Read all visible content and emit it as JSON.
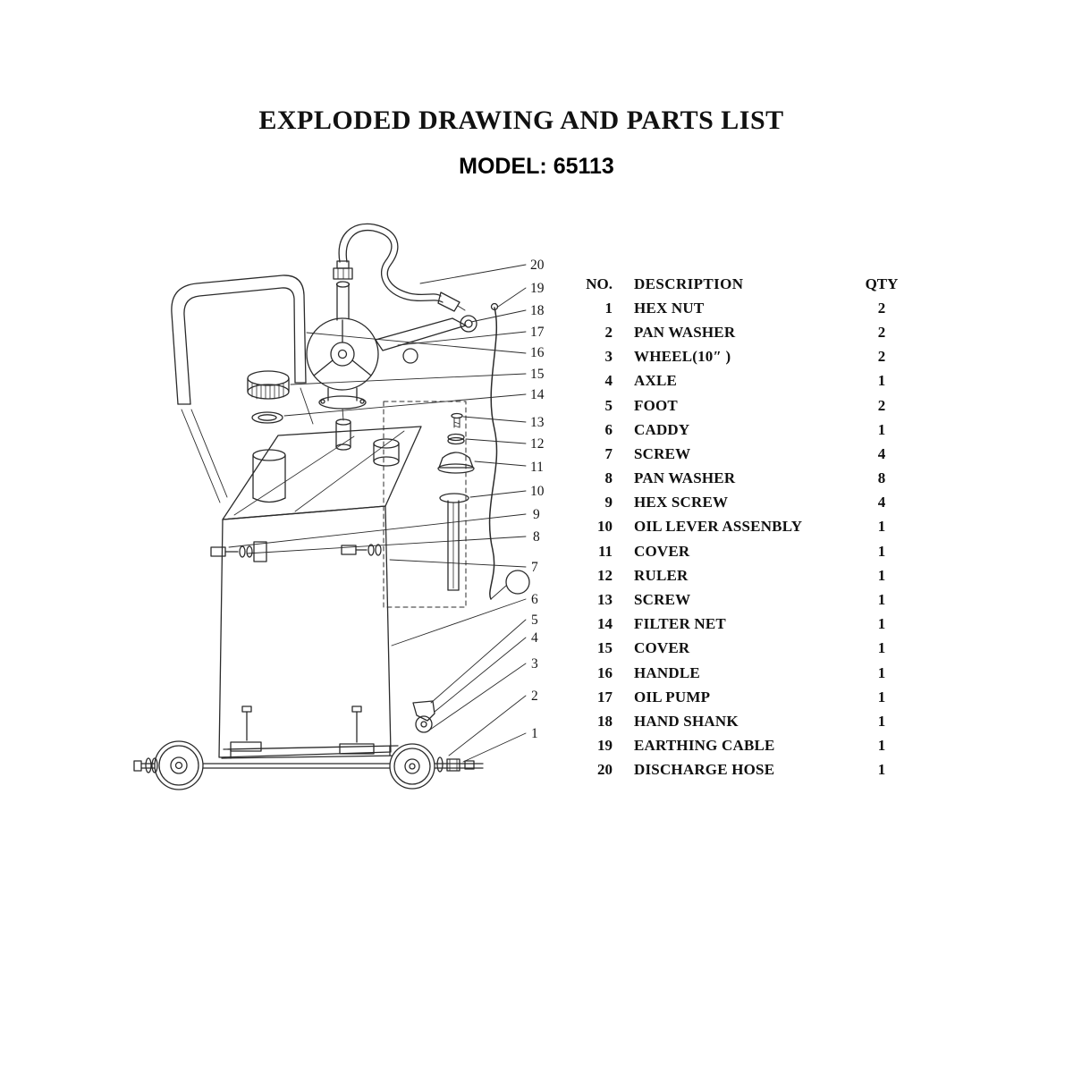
{
  "page": {
    "title": "EXPLODED DRAWING AND PARTS LIST",
    "model": "MODEL: 65113"
  },
  "table": {
    "headers": {
      "no": "NO.",
      "description": "DESCRIPTION",
      "qty": "QTY"
    },
    "rows": [
      {
        "no": "1",
        "description": "HEX NUT",
        "qty": "2"
      },
      {
        "no": "2",
        "description": "PAN WASHER",
        "qty": "2"
      },
      {
        "no": "3",
        "description": "WHEEL(10″ )",
        "qty": "2"
      },
      {
        "no": "4",
        "description": "AXLE",
        "qty": "1"
      },
      {
        "no": "5",
        "description": "FOOT",
        "qty": "2"
      },
      {
        "no": "6",
        "description": "CADDY",
        "qty": "1"
      },
      {
        "no": "7",
        "description": "SCREW",
        "qty": "4"
      },
      {
        "no": "8",
        "description": "PAN WASHER",
        "qty": "8"
      },
      {
        "no": "9",
        "description": "HEX SCREW",
        "qty": "4"
      },
      {
        "no": "10",
        "description": "OIL LEVER ASSENBLY",
        "qty": "1"
      },
      {
        "no": "11",
        "description": "COVER",
        "qty": "1"
      },
      {
        "no": "12",
        "description": "RULER",
        "qty": "1"
      },
      {
        "no": "13",
        "description": "SCREW",
        "qty": "1"
      },
      {
        "no": "14",
        "description": "FILTER NET",
        "qty": "1"
      },
      {
        "no": "15",
        "description": "COVER",
        "qty": "1"
      },
      {
        "no": "16",
        "description": "HANDLE",
        "qty": "1"
      },
      {
        "no": "17",
        "description": "OIL PUMP",
        "qty": "1"
      },
      {
        "no": "18",
        "description": "HAND SHANK",
        "qty": "1"
      },
      {
        "no": "19",
        "description": "EARTHING CABLE",
        "qty": "1"
      },
      {
        "no": "20",
        "description": "DISCHARGE HOSE",
        "qty": "1"
      }
    ]
  },
  "callouts": [
    "20",
    "19",
    "18",
    "17",
    "16",
    "15",
    "14",
    "13",
    "12",
    "11",
    "10",
    "9",
    "8",
    "7",
    "6",
    "5",
    "4",
    "3",
    "2",
    "1"
  ]
}
